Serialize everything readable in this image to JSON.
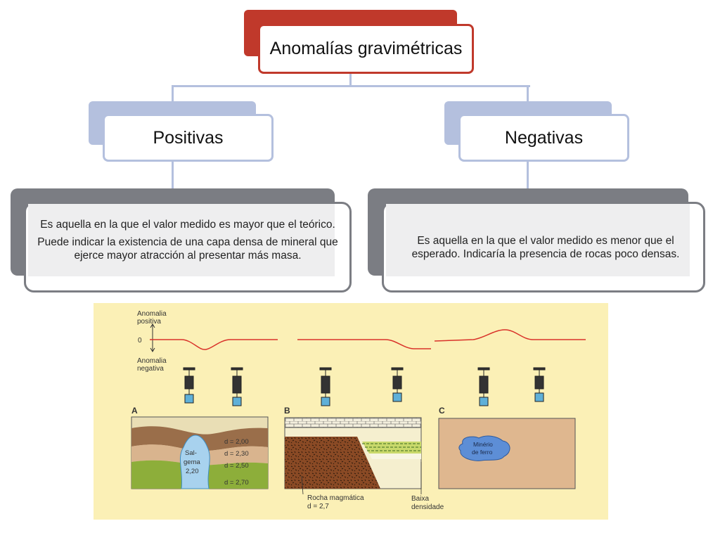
{
  "root": {
    "label": "Anomalías gravimétricas"
  },
  "nodes": [
    {
      "label": "Positivas",
      "paragraphs": [
        "Es aquella en la que el valor medido es mayor que el teórico.",
        "Puede indicar la existencia de una capa densa de mineral que ejerce mayor atracción al presentar más masa."
      ]
    },
    {
      "label": "Negativas",
      "paragraphs": [
        "Es aquella en la que el valor medido es menor que el esperado. Indicaría la presencia de rocas poco densas."
      ]
    }
  ],
  "illustration": {
    "axis": {
      "positive": "Anomalia positiva",
      "zero": "0",
      "negative": "Anomalia negativa"
    },
    "panels": [
      {
        "letter": "A",
        "densities": [
          "d = 2,00",
          "d = 2,30",
          "d = 2,50",
          "d = 2,70"
        ],
        "dome": "Sal-gema 2,20"
      },
      {
        "letter": "B",
        "rock_label": "Rocha magmática",
        "rock_density": "d = 2,7",
        "low_density": "Baixa densidade"
      },
      {
        "letter": "C",
        "ore": "Minério de ferro"
      }
    ],
    "colors": {
      "background": "#fbf0b6",
      "profile": "#d9322a"
    }
  }
}
